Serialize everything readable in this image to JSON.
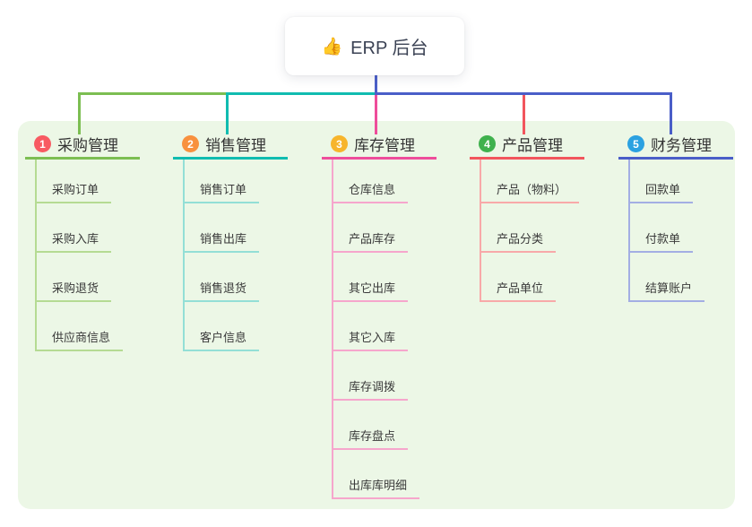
{
  "root": {
    "icon_glyph": "👍",
    "title": "ERP 后台"
  },
  "canvas": {
    "background": "#ffffff",
    "panel_background": "#ecf7e6",
    "stem_color": "#4c5fc9"
  },
  "branches": [
    {
      "number": "1",
      "title": "采购管理",
      "badge_color": "#f85a62",
      "line_color": "#7cbe52",
      "child_line_color": "#b5db93",
      "children": [
        "采购订单",
        "采购入库",
        "采购退货",
        "供应商信息"
      ]
    },
    {
      "number": "2",
      "title": "销售管理",
      "badge_color": "#f8913e",
      "line_color": "#10bcb0",
      "child_line_color": "#93dfd6",
      "children": [
        "销售订单",
        "销售出库",
        "销售退货",
        "客户信息"
      ]
    },
    {
      "number": "3",
      "title": "库存管理",
      "badge_color": "#f7b52c",
      "line_color": "#ee4d9b",
      "child_line_color": "#f6a6cc",
      "children": [
        "仓库信息",
        "产品库存",
        "其它出库",
        "其它入库",
        "库存调拨",
        "库存盘点",
        "出库库明细"
      ]
    },
    {
      "number": "4",
      "title": "产品管理",
      "badge_color": "#3fb14d",
      "line_color": "#f2555d",
      "child_line_color": "#f8a9a9",
      "children": [
        "产品（物料）",
        "产品分类",
        "产品单位"
      ]
    },
    {
      "number": "5",
      "title": "财务管理",
      "badge_color": "#2ba1e1",
      "line_color": "#4a5ec8",
      "child_line_color": "#a3aee3",
      "children": [
        "回款单",
        "付款单",
        "结算账户"
      ]
    }
  ]
}
